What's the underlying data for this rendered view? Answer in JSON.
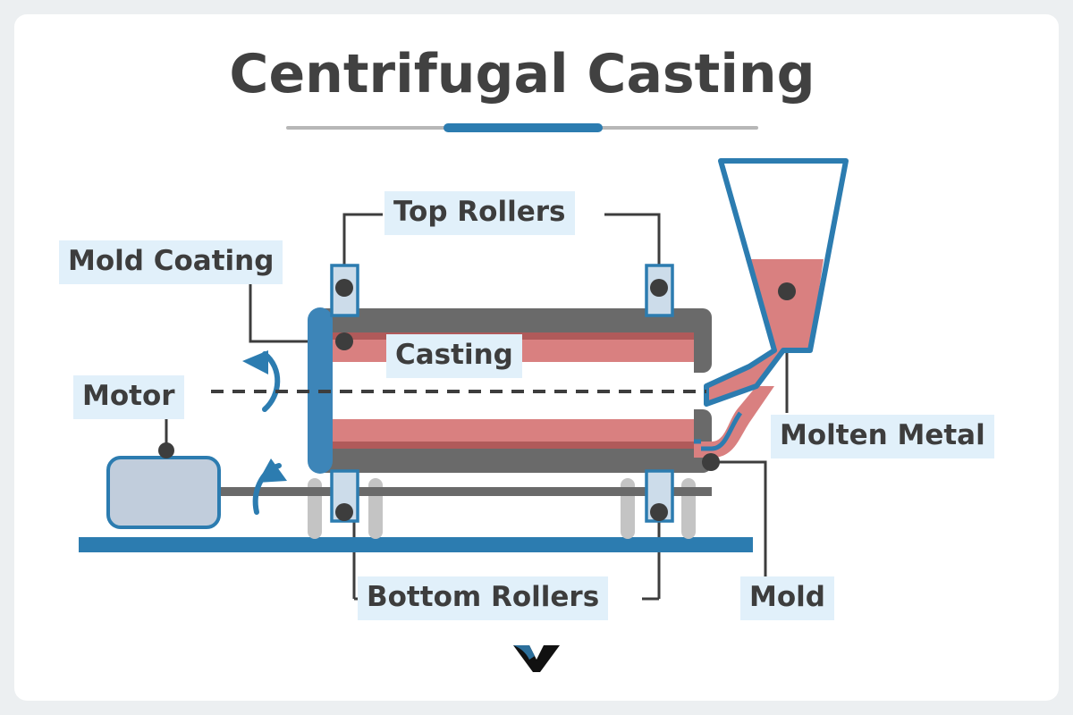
{
  "page": {
    "title": "Centrifugal Casting",
    "background_color": "#eceff1",
    "card_color": "#ffffff"
  },
  "divider": {
    "track_color": "#b7b7b7",
    "accent_color": "#2c7cb0"
  },
  "colors": {
    "blue": "#2c7cb0",
    "blue_light": "#c9d6e6",
    "blue_label_bg": "#e1f0fa",
    "gray_dark": "#6a6a6a",
    "gray_text": "#3d3d3d",
    "red_casting": "#d98080",
    "red_coating": "#b05a5a",
    "post_gray": "#c4c4c4",
    "motor_fill": "#c1cddc"
  },
  "labels": {
    "top_rollers": "Top Rollers",
    "mold_coating": "Mold Coating",
    "casting": "Casting",
    "motor": "Motor",
    "molten_metal": "Molten Metal",
    "bottom_rollers": "Bottom Rollers",
    "mold": "Mold"
  },
  "diagram": {
    "type": "technical-illustration",
    "subject": "Centrifugal casting machine cross-section",
    "components": [
      {
        "name": "motor",
        "label": "Motor",
        "description": "Rounded rectangle drive motor on two legs, mounted on blue base rail"
      },
      {
        "name": "drive-shaft",
        "label": "",
        "description": "Horizontal gray shaft from motor to bottom rollers"
      },
      {
        "name": "base-rail",
        "label": "",
        "description": "Blue horizontal foundation bar"
      },
      {
        "name": "support-posts",
        "label": "",
        "description": "Four light gray vertical posts supporting the roller shaft"
      },
      {
        "name": "top-rollers",
        "label": "Top Rollers",
        "count": 2,
        "description": "Two blue-outlined rollers pressing on top of the rotating mold"
      },
      {
        "name": "bottom-rollers",
        "label": "Bottom Rollers",
        "count": 2,
        "description": "Two blue-outlined rollers supporting the mold from below"
      },
      {
        "name": "mold",
        "label": "Mold",
        "description": "Dark gray cylindrical mold shell shown in section"
      },
      {
        "name": "mold-coating",
        "label": "Mold Coating",
        "description": "Thin dark red refractory layer lining the inside of the mold"
      },
      {
        "name": "casting",
        "label": "Casting",
        "description": "Salmon-red solidified metal layer formed against the mold wall"
      },
      {
        "name": "molten-metal",
        "label": "Molten Metal",
        "description": "Blue-outlined ladle filled with molten metal pouring into the mold"
      },
      {
        "name": "rotation-arrows",
        "label": "",
        "count": 2,
        "description": "Two curved blue arrows indicating mold rotation"
      },
      {
        "name": "axis-line",
        "label": "",
        "description": "Dashed horizontal rotation axis centerline"
      }
    ]
  },
  "logo": {
    "name": "w-logo",
    "accent_color": "#2c6f9b",
    "body_color": "#111111"
  }
}
